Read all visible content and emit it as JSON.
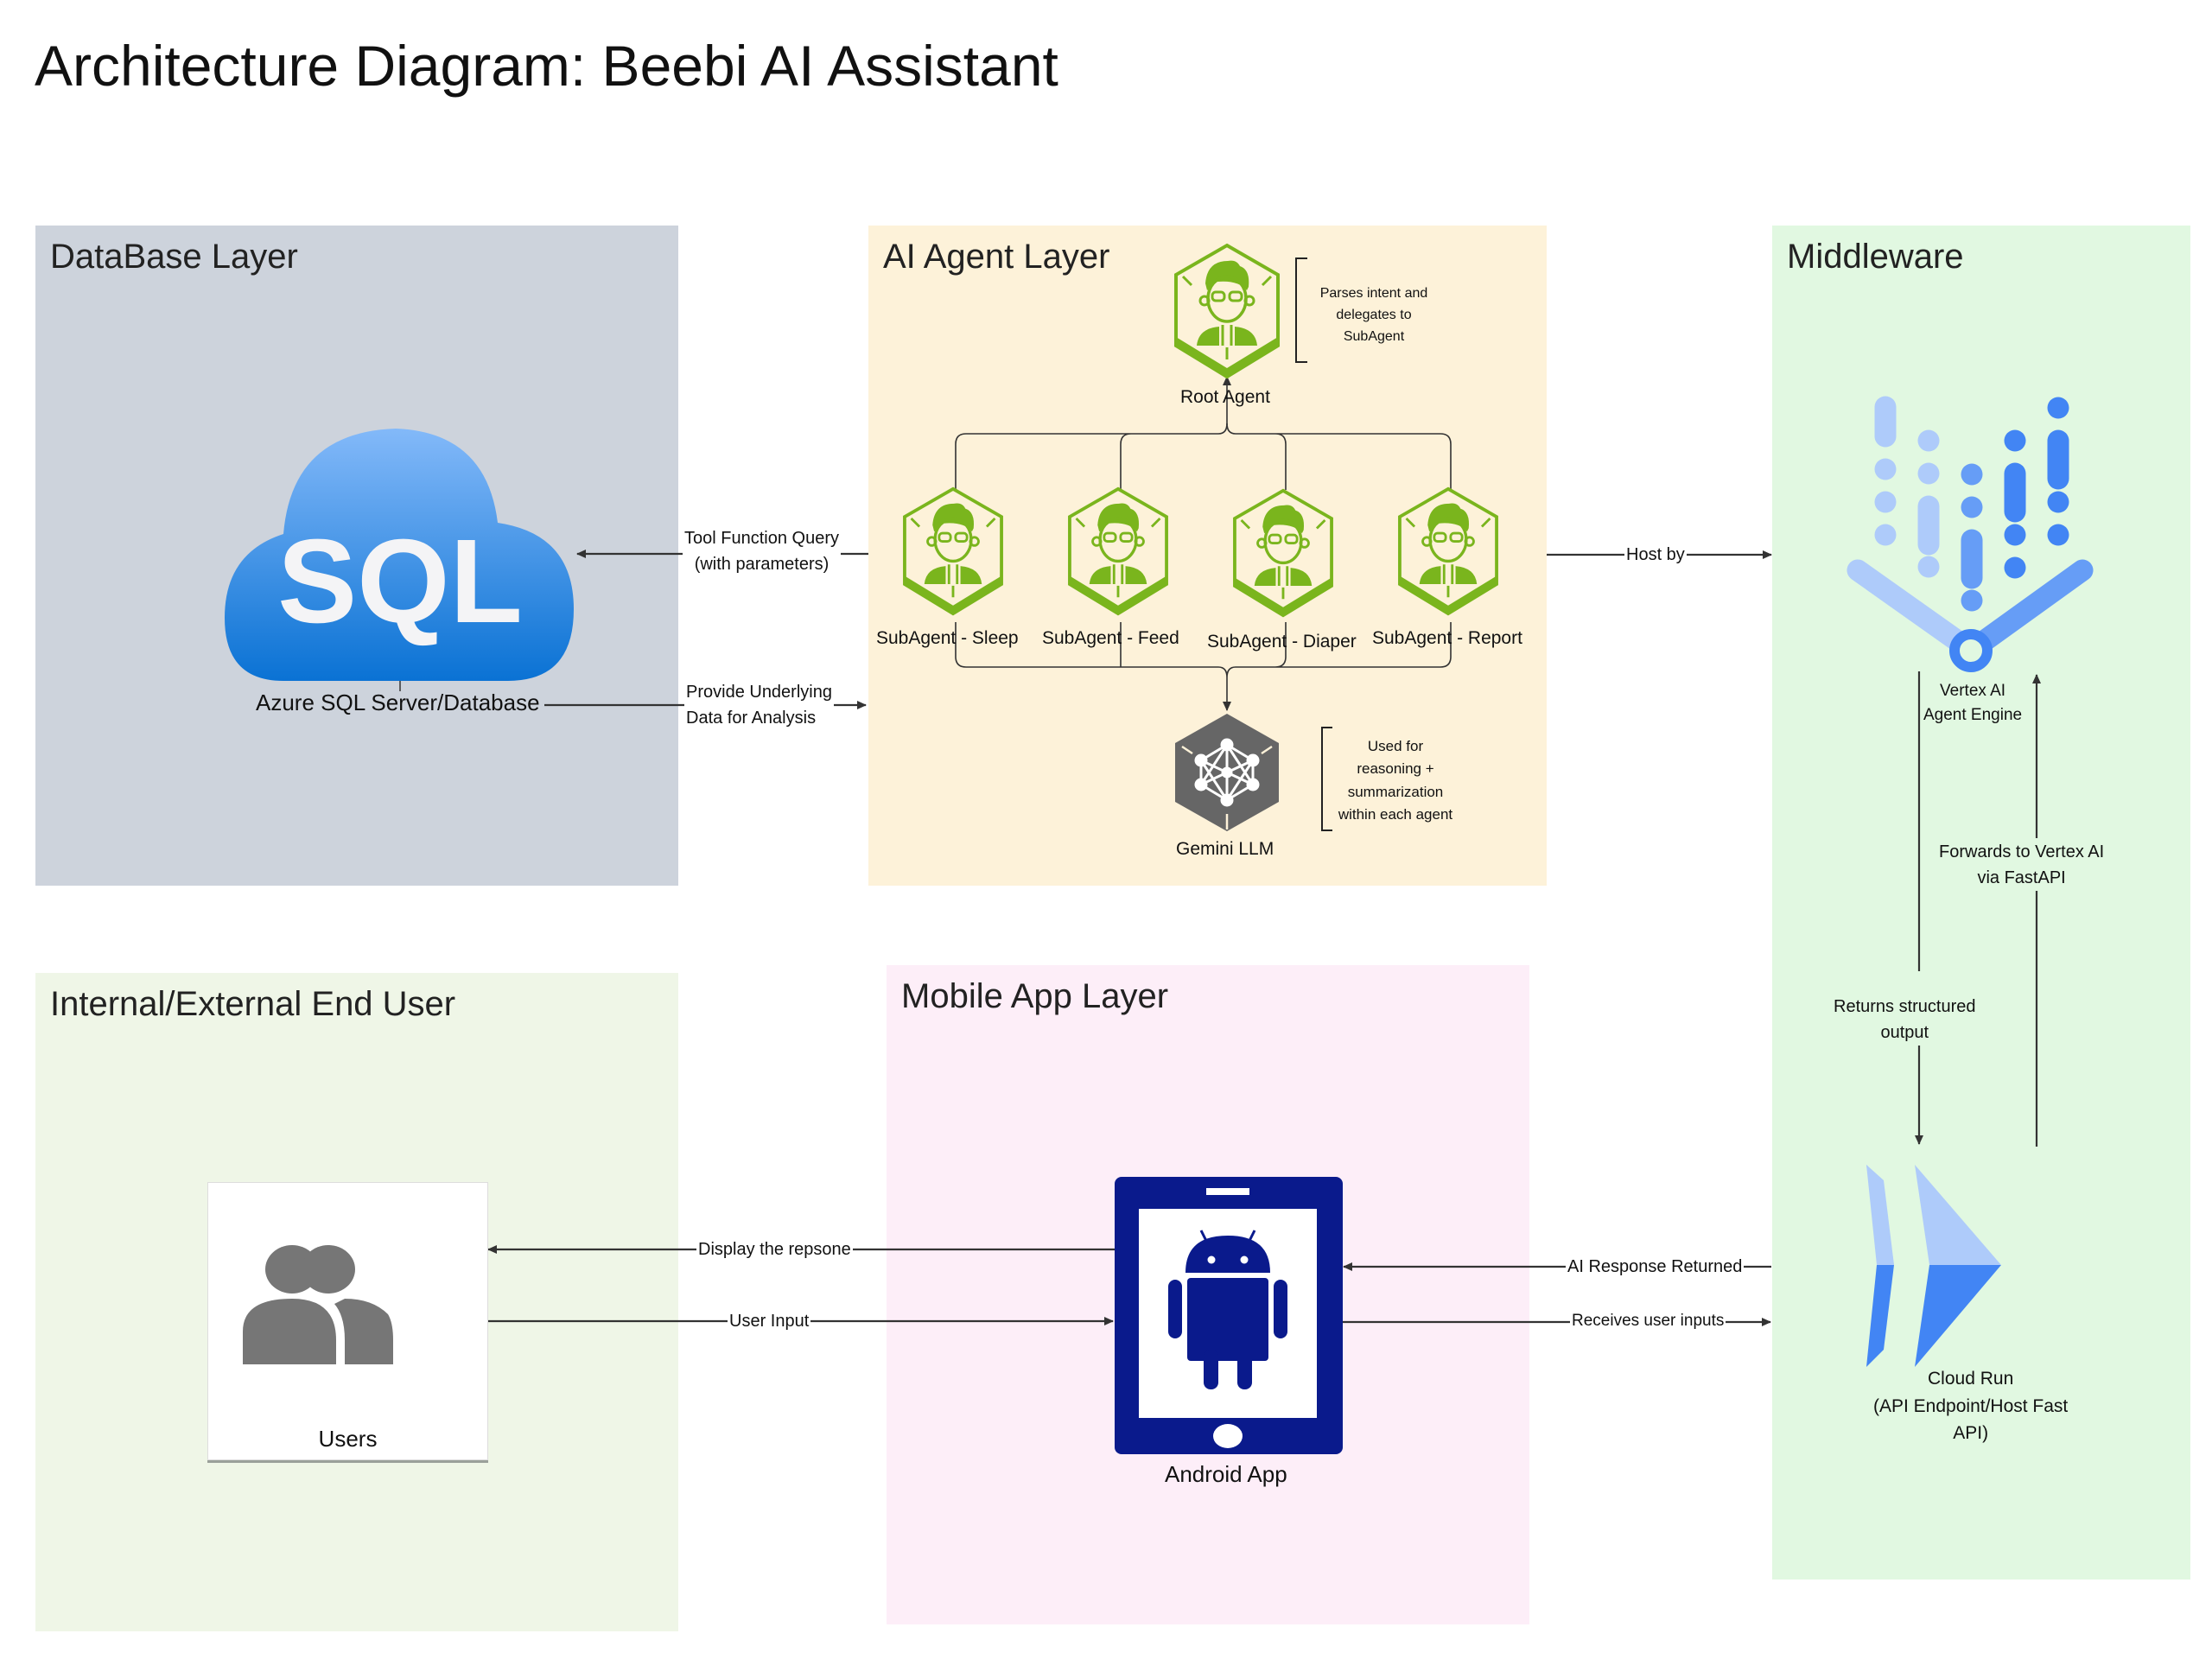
{
  "title": "Architecture Diagram: Beebi AI Assistant",
  "layers": {
    "database": {
      "title": "DataBase Layer",
      "color": "#cdd3dc"
    },
    "ai_agent": {
      "title": "AI Agent Layer",
      "color": "#fdf2d9"
    },
    "middleware": {
      "title": "Middleware",
      "color": "#e1f8e1"
    },
    "end_user": {
      "title": "Internal/External End User",
      "color": "#eff6e7"
    },
    "mobile": {
      "title": "Mobile App Layer",
      "color": "#fdeef8"
    }
  },
  "nodes": {
    "sql": {
      "label": "Azure SQL Server/Database",
      "icon_text": "SQL"
    },
    "root_agent": {
      "label": "Root Agent"
    },
    "subagents": [
      {
        "label": "SubAgent - Sleep"
      },
      {
        "label": "SubAgent - Feed"
      },
      {
        "label": "SubAgent - Diaper"
      },
      {
        "label": "SubAgent - Report"
      }
    ],
    "gemini": {
      "label": "Gemini LLM"
    },
    "vertex": {
      "label_line1": "Vertex AI",
      "label_line2": "Agent Engine"
    },
    "cloud_run": {
      "label_line1": "Cloud Run",
      "label_line2": "(API Endpoint/Host Fast",
      "label_line3": "API)"
    },
    "users": {
      "label": "Users"
    },
    "android": {
      "label": "Android App"
    }
  },
  "notes": {
    "root": [
      "Parses intent and",
      "delegates to",
      "SubAgent"
    ],
    "gemini": [
      "Used for",
      "reasoning +",
      "summarization",
      "within each agent"
    ]
  },
  "edges": {
    "tool_query": [
      "Tool Function Query",
      "(with parameters)"
    ],
    "provide_data": [
      "Provide Underlying",
      "Data for Analysis"
    ],
    "host_by": "Host by",
    "forwards": [
      "Forwards to Vertex AI",
      "via FastAPI"
    ],
    "returns": [
      "Returns structured",
      "output"
    ],
    "ai_response": "AI Response Returned",
    "receives_inputs": "Receives user inputs",
    "display": "Display the repsone",
    "user_input": "User Input"
  },
  "colors": {
    "agent_green": "#7ab51d",
    "gemini_gray": "#666666",
    "android_navy": "#0a1a8c",
    "users_gray": "#767676",
    "vertex_light": "#aecbfa",
    "vertex_mid": "#669df6",
    "vertex_dark": "#4285f4",
    "sql_top": "#83b9f9",
    "sql_bottom": "#0a72d4"
  }
}
